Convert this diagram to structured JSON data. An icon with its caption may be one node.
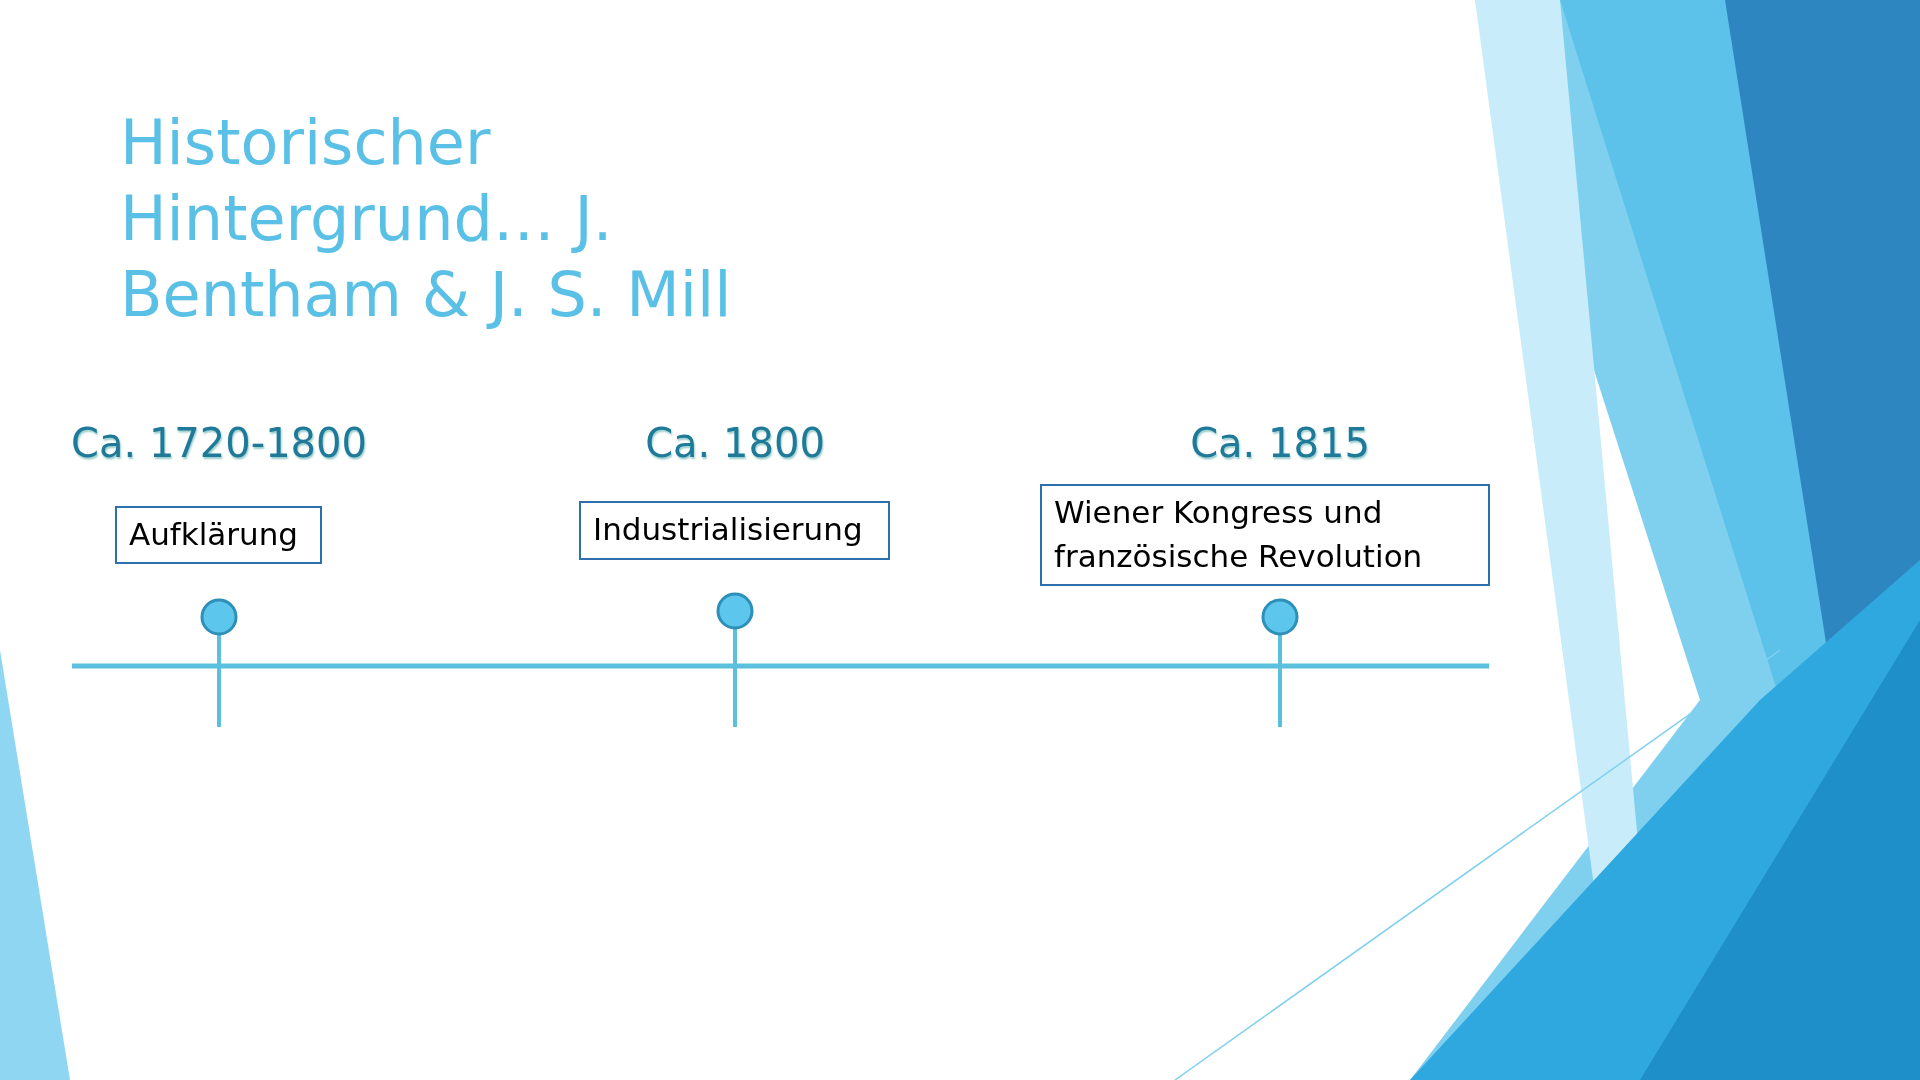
{
  "diagram": {
    "title": "Historischer Hintergrund… J. Bentham & J. S. Mill",
    "nodes": [
      {
        "text": [
          "Ca. 1720-1800",
          "Aufklärung"
        ]
      },
      {
        "text": [
          "Ca. 1800",
          "Industrialisierung"
        ]
      },
      {
        "text": [
          "Ca. 1815",
          "Wiener Kongress und französische Revolution"
        ]
      }
    ]
  }
}
